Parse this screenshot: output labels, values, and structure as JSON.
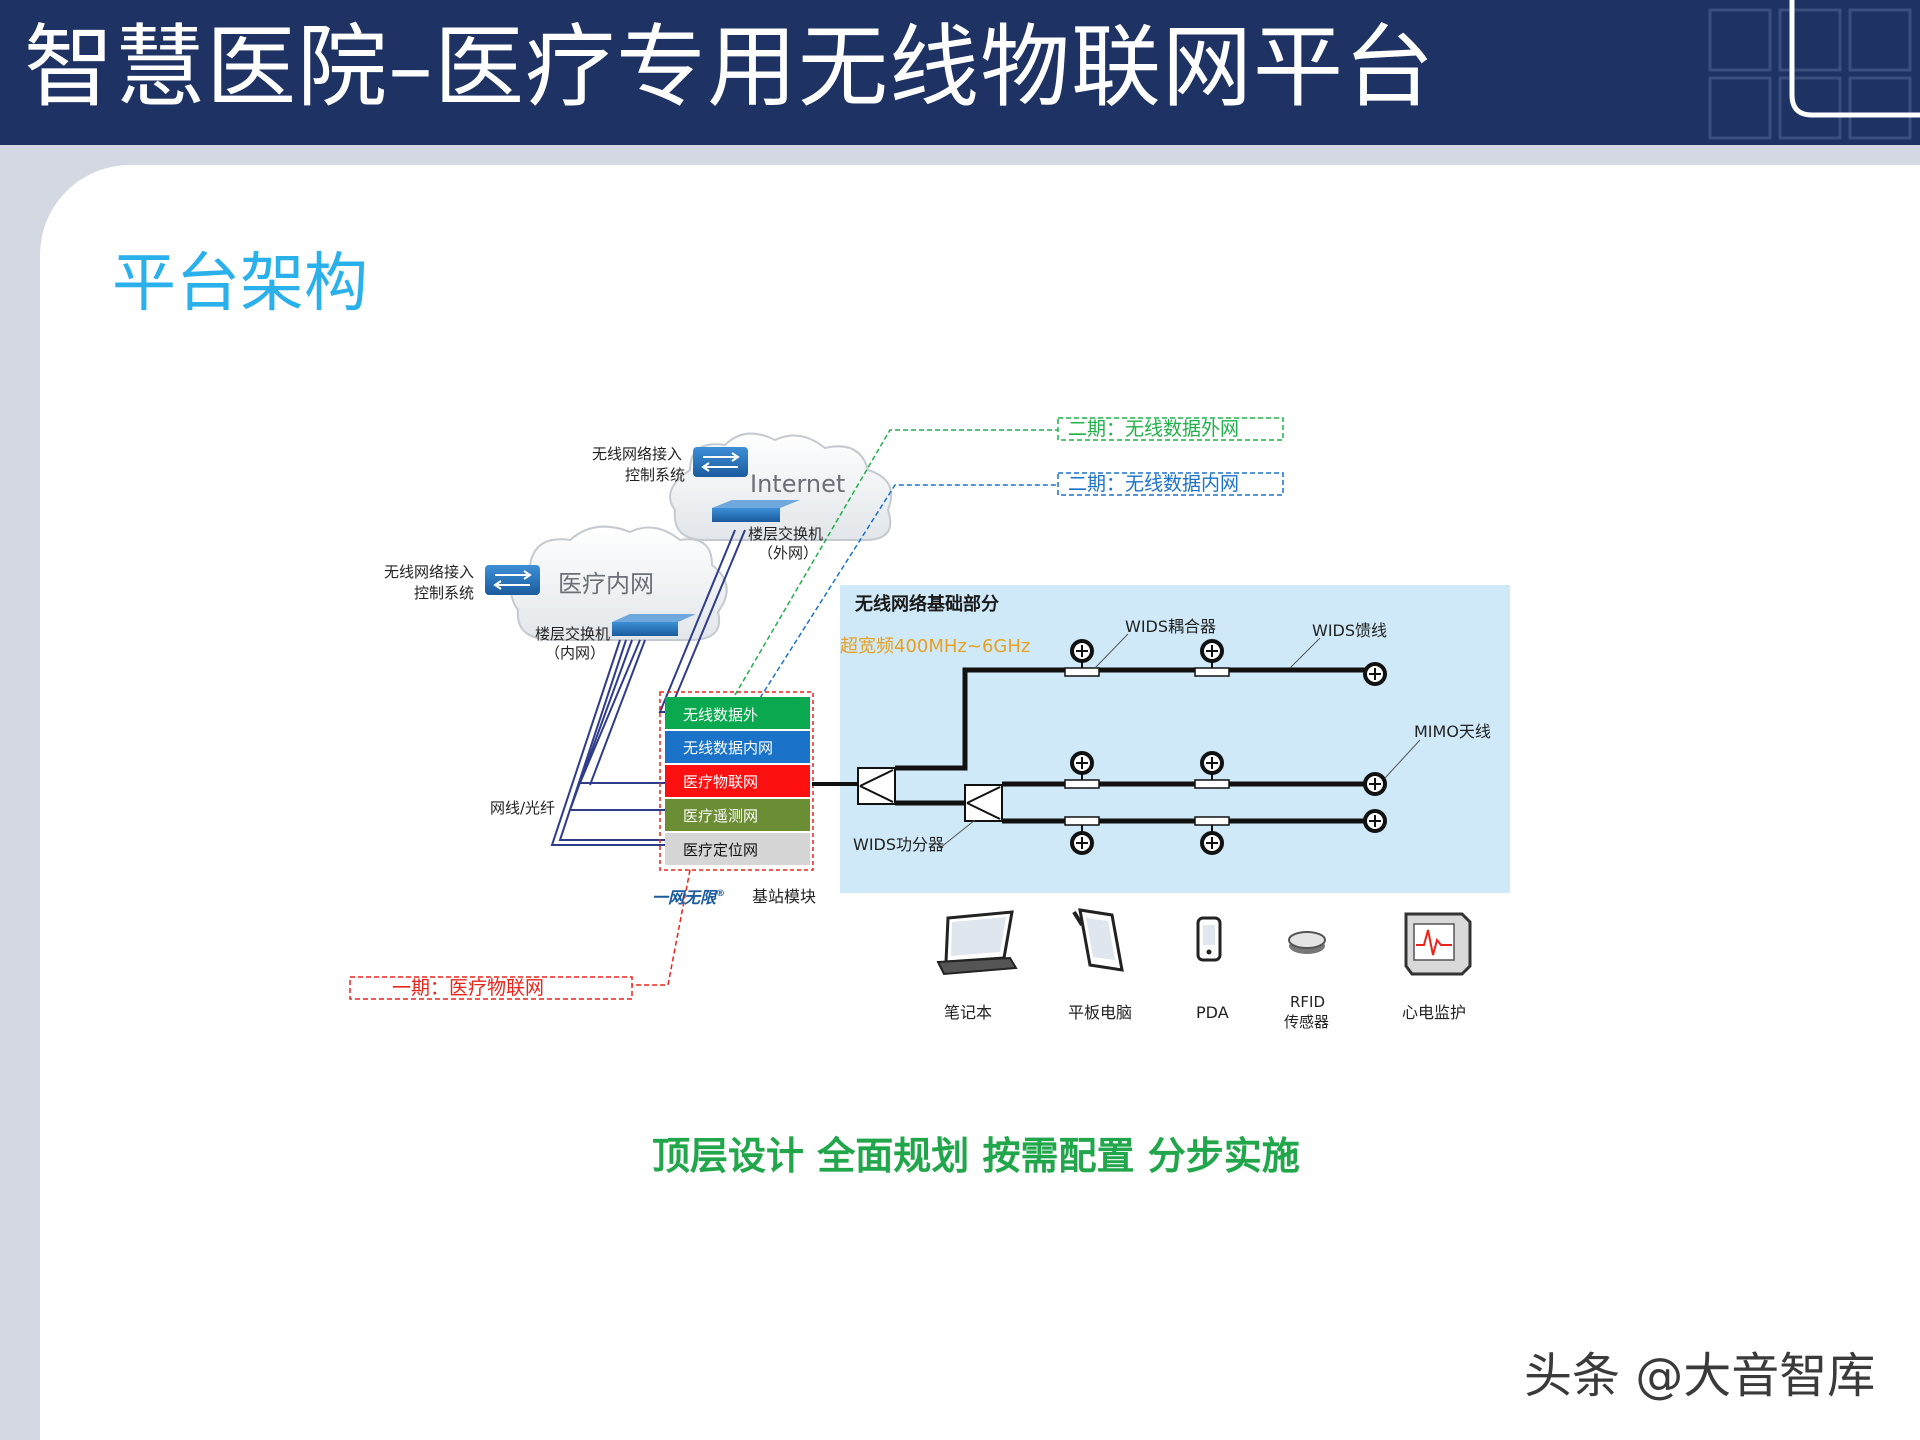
{
  "header": {
    "title": "智慧医院–医疗专用无线物联网平台"
  },
  "section": {
    "title": "平台架构"
  },
  "diagram": {
    "clouds": [
      {
        "id": "internet",
        "label": "Internet"
      },
      {
        "id": "intranet",
        "label": "医疗内网"
      }
    ],
    "controllers": [
      {
        "id": "ctrl-internet",
        "line1": "无线网络接入",
        "line2": "控制系统"
      },
      {
        "id": "ctrl-intranet",
        "line1": "无线网络接入",
        "line2": "控制系统"
      }
    ],
    "switches": [
      {
        "id": "switch-external",
        "line1": "楼层交换机",
        "line2": "（外网）"
      },
      {
        "id": "switch-internal",
        "line1": "楼层交换机",
        "line2": "（内网）"
      }
    ],
    "cable_label": "网线/光纤",
    "phase_labels": {
      "phase2_external": "二期：无线数据外网",
      "phase2_internal": "二期：无线数据内网",
      "phase1_iot": "一期：医疗物联网"
    },
    "base_station": {
      "brand": "一网无限",
      "brand_mark": "®",
      "module_label": "基站模块",
      "layers": [
        {
          "label": "无线数据外",
          "color": "#0aa84f"
        },
        {
          "label": "无线数据内网",
          "color": "#1a72c9"
        },
        {
          "label": "医疗物联网",
          "color": "#ff1010"
        },
        {
          "label": "医疗遥测网",
          "color": "#6b8e35"
        },
        {
          "label": "医疗定位网",
          "color": "#d6d6d6"
        }
      ]
    },
    "wireless_panel": {
      "title": "无线网络基础部分",
      "frequency": "超宽频400MHz~6GHz",
      "coupler_label": "WIDS耦合器",
      "feeder_label": "WIDS馈线",
      "antenna_label": "MIMO天线",
      "splitter_label": "WIDS功分器"
    },
    "devices": [
      {
        "id": "laptop",
        "label": "笔记本",
        "icon": "laptop-icon"
      },
      {
        "id": "tablet",
        "label": "平板电脑",
        "icon": "tablet-icon"
      },
      {
        "id": "pda",
        "label": "PDA",
        "icon": "pda-icon"
      },
      {
        "id": "rfid",
        "label": "RFID",
        "label2": "传感器",
        "icon": "rfid-sensor-icon"
      },
      {
        "id": "ecg",
        "label": "心电监护",
        "icon": "ecg-monitor-icon"
      }
    ]
  },
  "slogan": "顶层设计  全面规划  按需配置  分步实施",
  "watermark": "头条 @大音智库",
  "colors": {
    "header_bg": "#1e3263",
    "section_title": "#2ab0ea",
    "slogan": "#21a64b",
    "panel_bg": "#cfe9f8",
    "phase_green": "#20b04a",
    "phase_blue": "#1a72c9",
    "phase_red": "#e8241b",
    "frequency": "#e8a020"
  }
}
